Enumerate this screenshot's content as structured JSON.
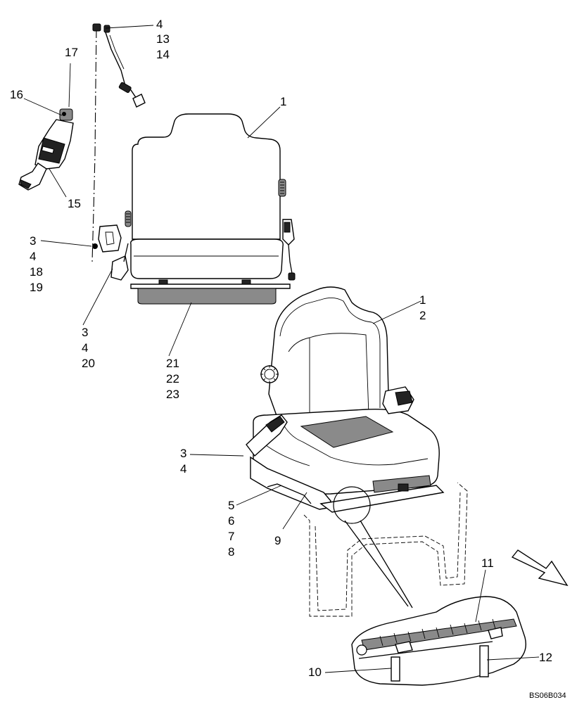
{
  "diagram": {
    "drawing_code": "BS06B034",
    "callouts": [
      {
        "id": "c4-13-14",
        "lines": [
          "4",
          "13",
          "14"
        ]
      },
      {
        "id": "c17",
        "lines": [
          "17"
        ]
      },
      {
        "id": "c16",
        "lines": [
          "16"
        ]
      },
      {
        "id": "c15",
        "lines": [
          "15"
        ]
      },
      {
        "id": "c1-top",
        "lines": [
          "1"
        ]
      },
      {
        "id": "c3-4-18-19",
        "lines": [
          "3",
          "4",
          "18",
          "19"
        ]
      },
      {
        "id": "c3-4-20",
        "lines": [
          "3",
          "4",
          "20"
        ]
      },
      {
        "id": "c21-22-23",
        "lines": [
          "21",
          "22",
          "23"
        ]
      },
      {
        "id": "c1-2",
        "lines": [
          "1",
          "2"
        ]
      },
      {
        "id": "c3-4",
        "lines": [
          "3",
          "4"
        ]
      },
      {
        "id": "c5-6-7-8",
        "lines": [
          "5",
          "6",
          "7",
          "8"
        ]
      },
      {
        "id": "c9",
        "lines": [
          "9"
        ]
      },
      {
        "id": "c11",
        "lines": [
          "11"
        ]
      },
      {
        "id": "c10",
        "lines": [
          "10"
        ]
      },
      {
        "id": "c12",
        "lines": [
          "12"
        ]
      }
    ]
  }
}
